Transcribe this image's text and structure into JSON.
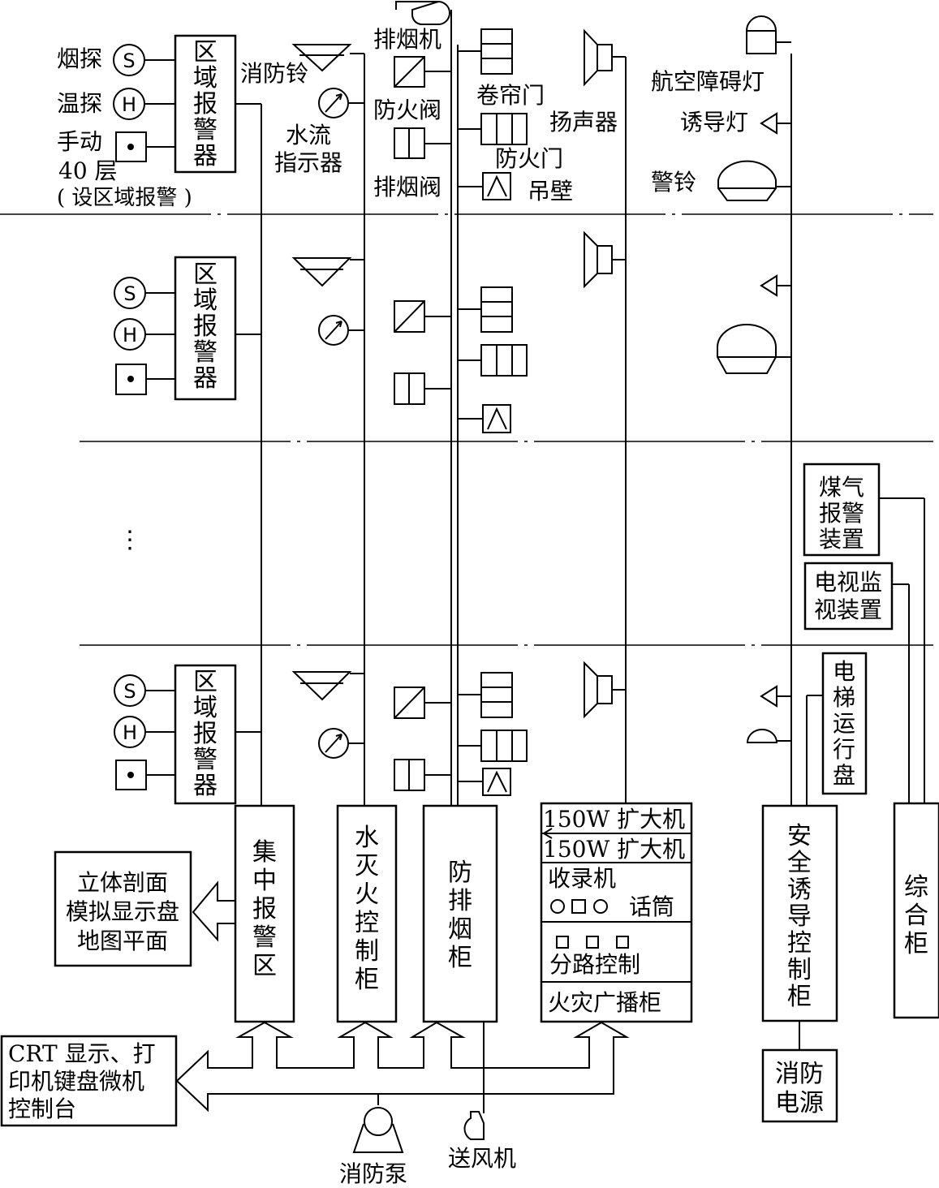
{
  "labels": {
    "smoke_detector": "烟探",
    "heat_detector": "温探",
    "manual": "手动",
    "floor40": "40 层",
    "set_area_alarm": "( 设区域报警 )",
    "area_alarm_chars": [
      "区",
      "域",
      "报",
      "警",
      "器"
    ],
    "fire_bell": "消防铃",
    "water_flow_1": "水流",
    "water_flow_2": "指示器",
    "smoke_fan": "排烟机",
    "fire_damper": "防火阀",
    "smoke_valve": "排烟阀",
    "rolling_door": "卷帘门",
    "fire_door": "防火门",
    "hanging_wall": "吊壁",
    "speaker": "扬声器",
    "aviation_light": "航空障碍灯",
    "guide_light": "诱导灯",
    "alarm_bell": "警铃",
    "gas_alarm": [
      "煤气",
      "报警",
      "装置"
    ],
    "tv_monitor": [
      "电视监",
      "视装置"
    ],
    "elevator_panel": [
      "电",
      "梯",
      "运",
      "行",
      "盘"
    ],
    "central_alarm": [
      "集",
      "中",
      "报",
      "警",
      "区"
    ],
    "water_fire_control": [
      "水",
      "灭",
      "火",
      "控",
      "制",
      "柜"
    ],
    "smoke_prevention": [
      "防",
      "排",
      "烟",
      "柜"
    ],
    "amp1": "150W 扩大机",
    "amp2": "150W 扩大机",
    "recorder": "收录机",
    "microphone": "话筒",
    "branch_control": "分路控制",
    "broadcast_cabinet": "火灾广播柜",
    "safety_guide_control": [
      "安",
      "全",
      "诱",
      "导",
      "控",
      "制",
      "柜"
    ],
    "general_cabinet": [
      "综",
      "合",
      "柜"
    ],
    "fire_power": [
      "消防",
      "电源"
    ],
    "display_panel": [
      "立体剖面",
      "模拟显示盘",
      "地图平面"
    ],
    "crt_console": [
      "CRT 显示、打",
      "印机键盘微机",
      "控制台"
    ],
    "fire_pump": "消防泵",
    "supply_fan": "送风机",
    "ellipsis": "⋮"
  },
  "icons": {
    "smoke_symbol": "S",
    "heat_symbol": "H"
  }
}
